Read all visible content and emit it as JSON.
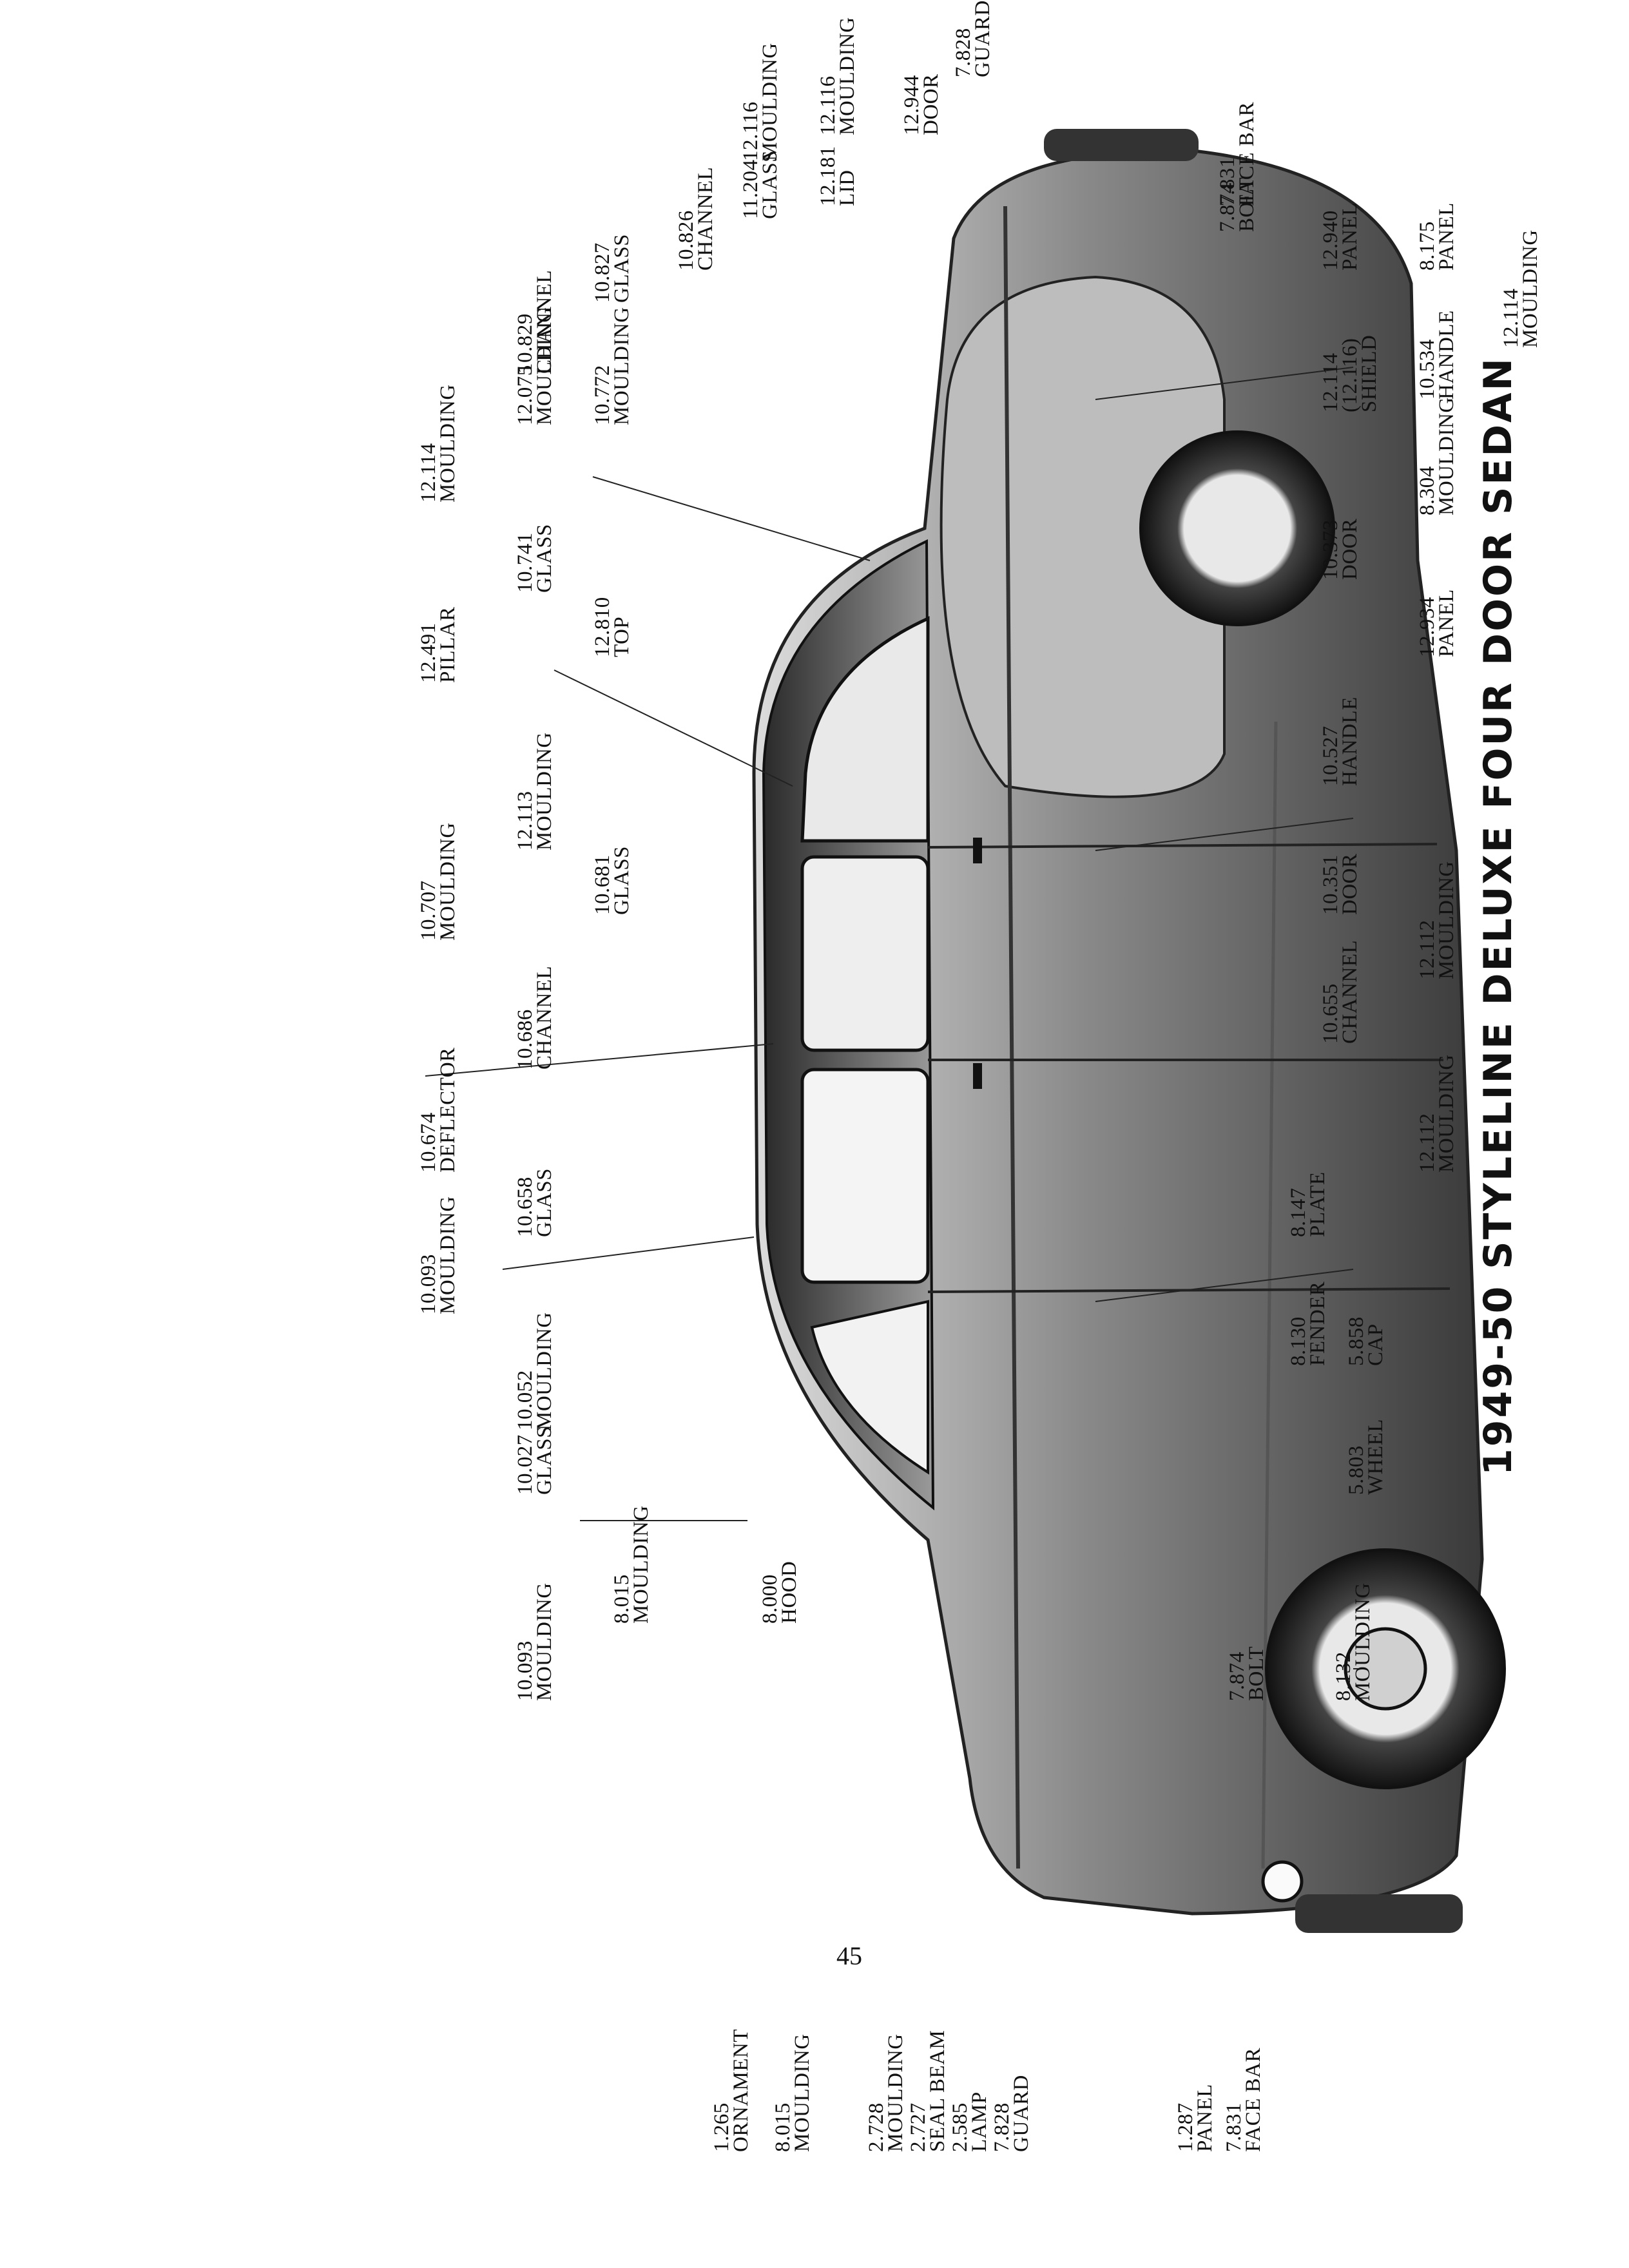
{
  "diagram": {
    "title": "1949-50 STYLELINE DELUXE FOUR DOOR SEDAN",
    "page_number": "45",
    "callouts": [
      {
        "number": "1.265",
        "name": "ORNAMENT"
      },
      {
        "number": "8.015",
        "name": "MOULDING"
      },
      {
        "number": "2.728",
        "name": "MOULDING"
      },
      {
        "number": "2.727",
        "name": "SEAL BEAM"
      },
      {
        "number": "2.585",
        "name": "LAMP"
      },
      {
        "number": "7.828",
        "name": "GUARD"
      },
      {
        "number": "1.287",
        "name": "PANEL"
      },
      {
        "number": "7.831",
        "name": "FACE BAR"
      },
      {
        "number": "7.874",
        "name": "BOLT"
      },
      {
        "number": "8.132",
        "name": "MOULDING"
      },
      {
        "number": "10.093",
        "name": "MOULDING"
      },
      {
        "number": "8.015",
        "name": "MOULDING"
      },
      {
        "number": "8.000",
        "name": "HOOD"
      },
      {
        "number": "5.803",
        "name": "WHEEL"
      },
      {
        "number": "5.858",
        "name": "CAP"
      },
      {
        "number": "10.027",
        "name": "GLASS"
      },
      {
        "number": "10.052",
        "name": "MOULDING"
      },
      {
        "number": "10.093",
        "name": "MOULDING"
      },
      {
        "number": "10.658",
        "name": "GLASS"
      },
      {
        "number": "10.674",
        "name": "DEFLECTOR"
      },
      {
        "number": "8.130",
        "name": "FENDER"
      },
      {
        "number": "8.147",
        "name": "PLATE"
      },
      {
        "number": "12.112",
        "name": "MOULDING"
      },
      {
        "number": "10.655",
        "name": "CHANNEL"
      },
      {
        "number": "10.686",
        "name": "CHANNEL"
      },
      {
        "number": "10.707",
        "name": "MOULDING"
      },
      {
        "number": "12.112",
        "name": "MOULDING"
      },
      {
        "number": "10.351",
        "name": "DOOR"
      },
      {
        "number": "10.681",
        "name": "GLASS"
      },
      {
        "number": "12.113",
        "name": "MOULDING"
      },
      {
        "number": "12.491",
        "name": "PILLAR"
      },
      {
        "number": "10.527",
        "name": "HANDLE"
      },
      {
        "number": "12.934",
        "name": "PANEL"
      },
      {
        "number": "12.810",
        "name": "TOP"
      },
      {
        "number": "10.741",
        "name": "GLASS"
      },
      {
        "number": "12.114",
        "name": "MOULDING"
      },
      {
        "number": "10.373",
        "name": "DOOR"
      },
      {
        "number": "8.304",
        "name": "MOULDING"
      },
      {
        "number": "10.772",
        "name": "MOULDING"
      },
      {
        "number": "12.075",
        "name": "MOULDING"
      },
      {
        "number": "12.114",
        "name": "SHIELD",
        "note": "(12.116)"
      },
      {
        "number": "10.829",
        "name": "CHANNEL"
      },
      {
        "number": "10.827",
        "name": "GLASS"
      },
      {
        "number": "10.826",
        "name": "CHANNEL"
      },
      {
        "number": "11.204",
        "name": "GLASS"
      },
      {
        "number": "10.534",
        "name": "HANDLE"
      },
      {
        "number": "12.114",
        "name": "MOULDING"
      },
      {
        "number": "12.940",
        "name": "PANEL"
      },
      {
        "number": "8.175",
        "name": "PANEL"
      },
      {
        "number": "12.181",
        "name": "LID"
      },
      {
        "number": "12.116",
        "name": "MOULDING"
      },
      {
        "number": "12.116",
        "name": "MOULDING"
      },
      {
        "number": "12.944",
        "name": "DOOR"
      },
      {
        "number": "7.828",
        "name": "GUARD"
      },
      {
        "number": "7.874",
        "name": "BOLT"
      },
      {
        "number": "7.831",
        "name": "FACE BAR"
      }
    ]
  }
}
